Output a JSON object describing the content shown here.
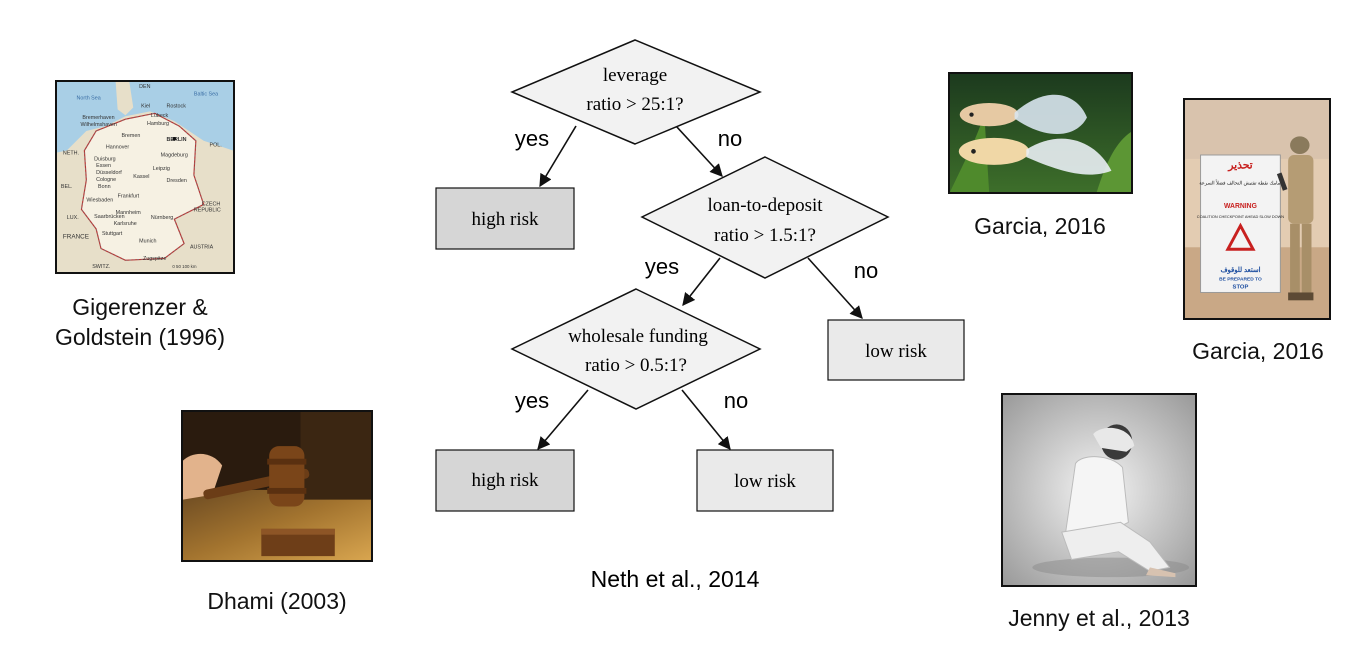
{
  "tree": {
    "nodes": {
      "leverage": {
        "line1": "leverage",
        "line2": "ratio > 25:1?"
      },
      "loan": {
        "line1": "loan-to-deposit",
        "line2": "ratio > 1.5:1?"
      },
      "wholesale": {
        "line1": "wholesale funding",
        "line2": "ratio > 0.5:1?"
      }
    },
    "leaves": {
      "high1": "high risk",
      "low1": "low risk",
      "high2": "high risk",
      "low2": "low risk"
    },
    "edges": {
      "e1_yes": "yes",
      "e1_no": "no",
      "e2_yes": "yes",
      "e2_no": "no",
      "e3_yes": "yes",
      "e3_no": "no"
    },
    "citation": "Neth et al., 2014"
  },
  "map": {
    "labels": {
      "north_sea": "North Sea",
      "baltic_sea": "Baltic Sea",
      "den": "DEN",
      "kiel": "Kiel",
      "rostock": "Rostock",
      "bremerhaven": "Bremerhaven",
      "wilhelmshaven": "Wilhelmshaven",
      "lubeck": "Lübeck",
      "hamburg": "Hamburg",
      "bremen": "Bremen",
      "berlin": "BERLIN",
      "hannover": "Hannover",
      "magdeburg": "Magdeburg",
      "pol": "POL.",
      "neth": "NETH.",
      "duisburg": "Duisburg",
      "essen": "Essen",
      "dusseldorf": "Düsseldorf",
      "cologne": "Cologne",
      "bonn": "Bonn",
      "kassel": "Kassel",
      "leipzig": "Leipzig",
      "dresden": "Dresden",
      "bel": "BEL.",
      "lux": "LUX.",
      "wiesbaden": "Wiesbaden",
      "frankfurt": "Frankfurt",
      "czech": "CZECH",
      "republic": "REPUBLIC",
      "mannheim": "Mannheim",
      "saarbrucken": "Saarbrücken",
      "nurnberg": "Nürnberg",
      "karlsruhe": "Karlsruhe",
      "france": "FRANCE",
      "stuttgart": "Stuttgart",
      "munich": "Munich",
      "austria": "AUSTRIA",
      "switz": "SWITZ.",
      "zugspitze": "Zugspitze",
      "scale": "0  50  100 km"
    }
  },
  "sign": {
    "arabic_top": "تحذير",
    "arabic_lines": "أمامك نقطة تفتيش التحالف فضلاً السرعة",
    "warning": "WARNING",
    "english_lines": "COALITION CHECKPOINT AHEAD SLOW DOWN",
    "arabic_bottom": "استعد للوقوف",
    "prepared": "BE PREPARED TO",
    "stop": "STOP"
  },
  "captions": {
    "gigerenzer": "Gigerenzer &\nGoldstein (1996)",
    "dhami": "Dhami (2003)",
    "garcia_fish": "Garcia, 2016",
    "garcia_soldier": "Garcia, 2016",
    "jenny": "Jenny et al., 2013"
  }
}
